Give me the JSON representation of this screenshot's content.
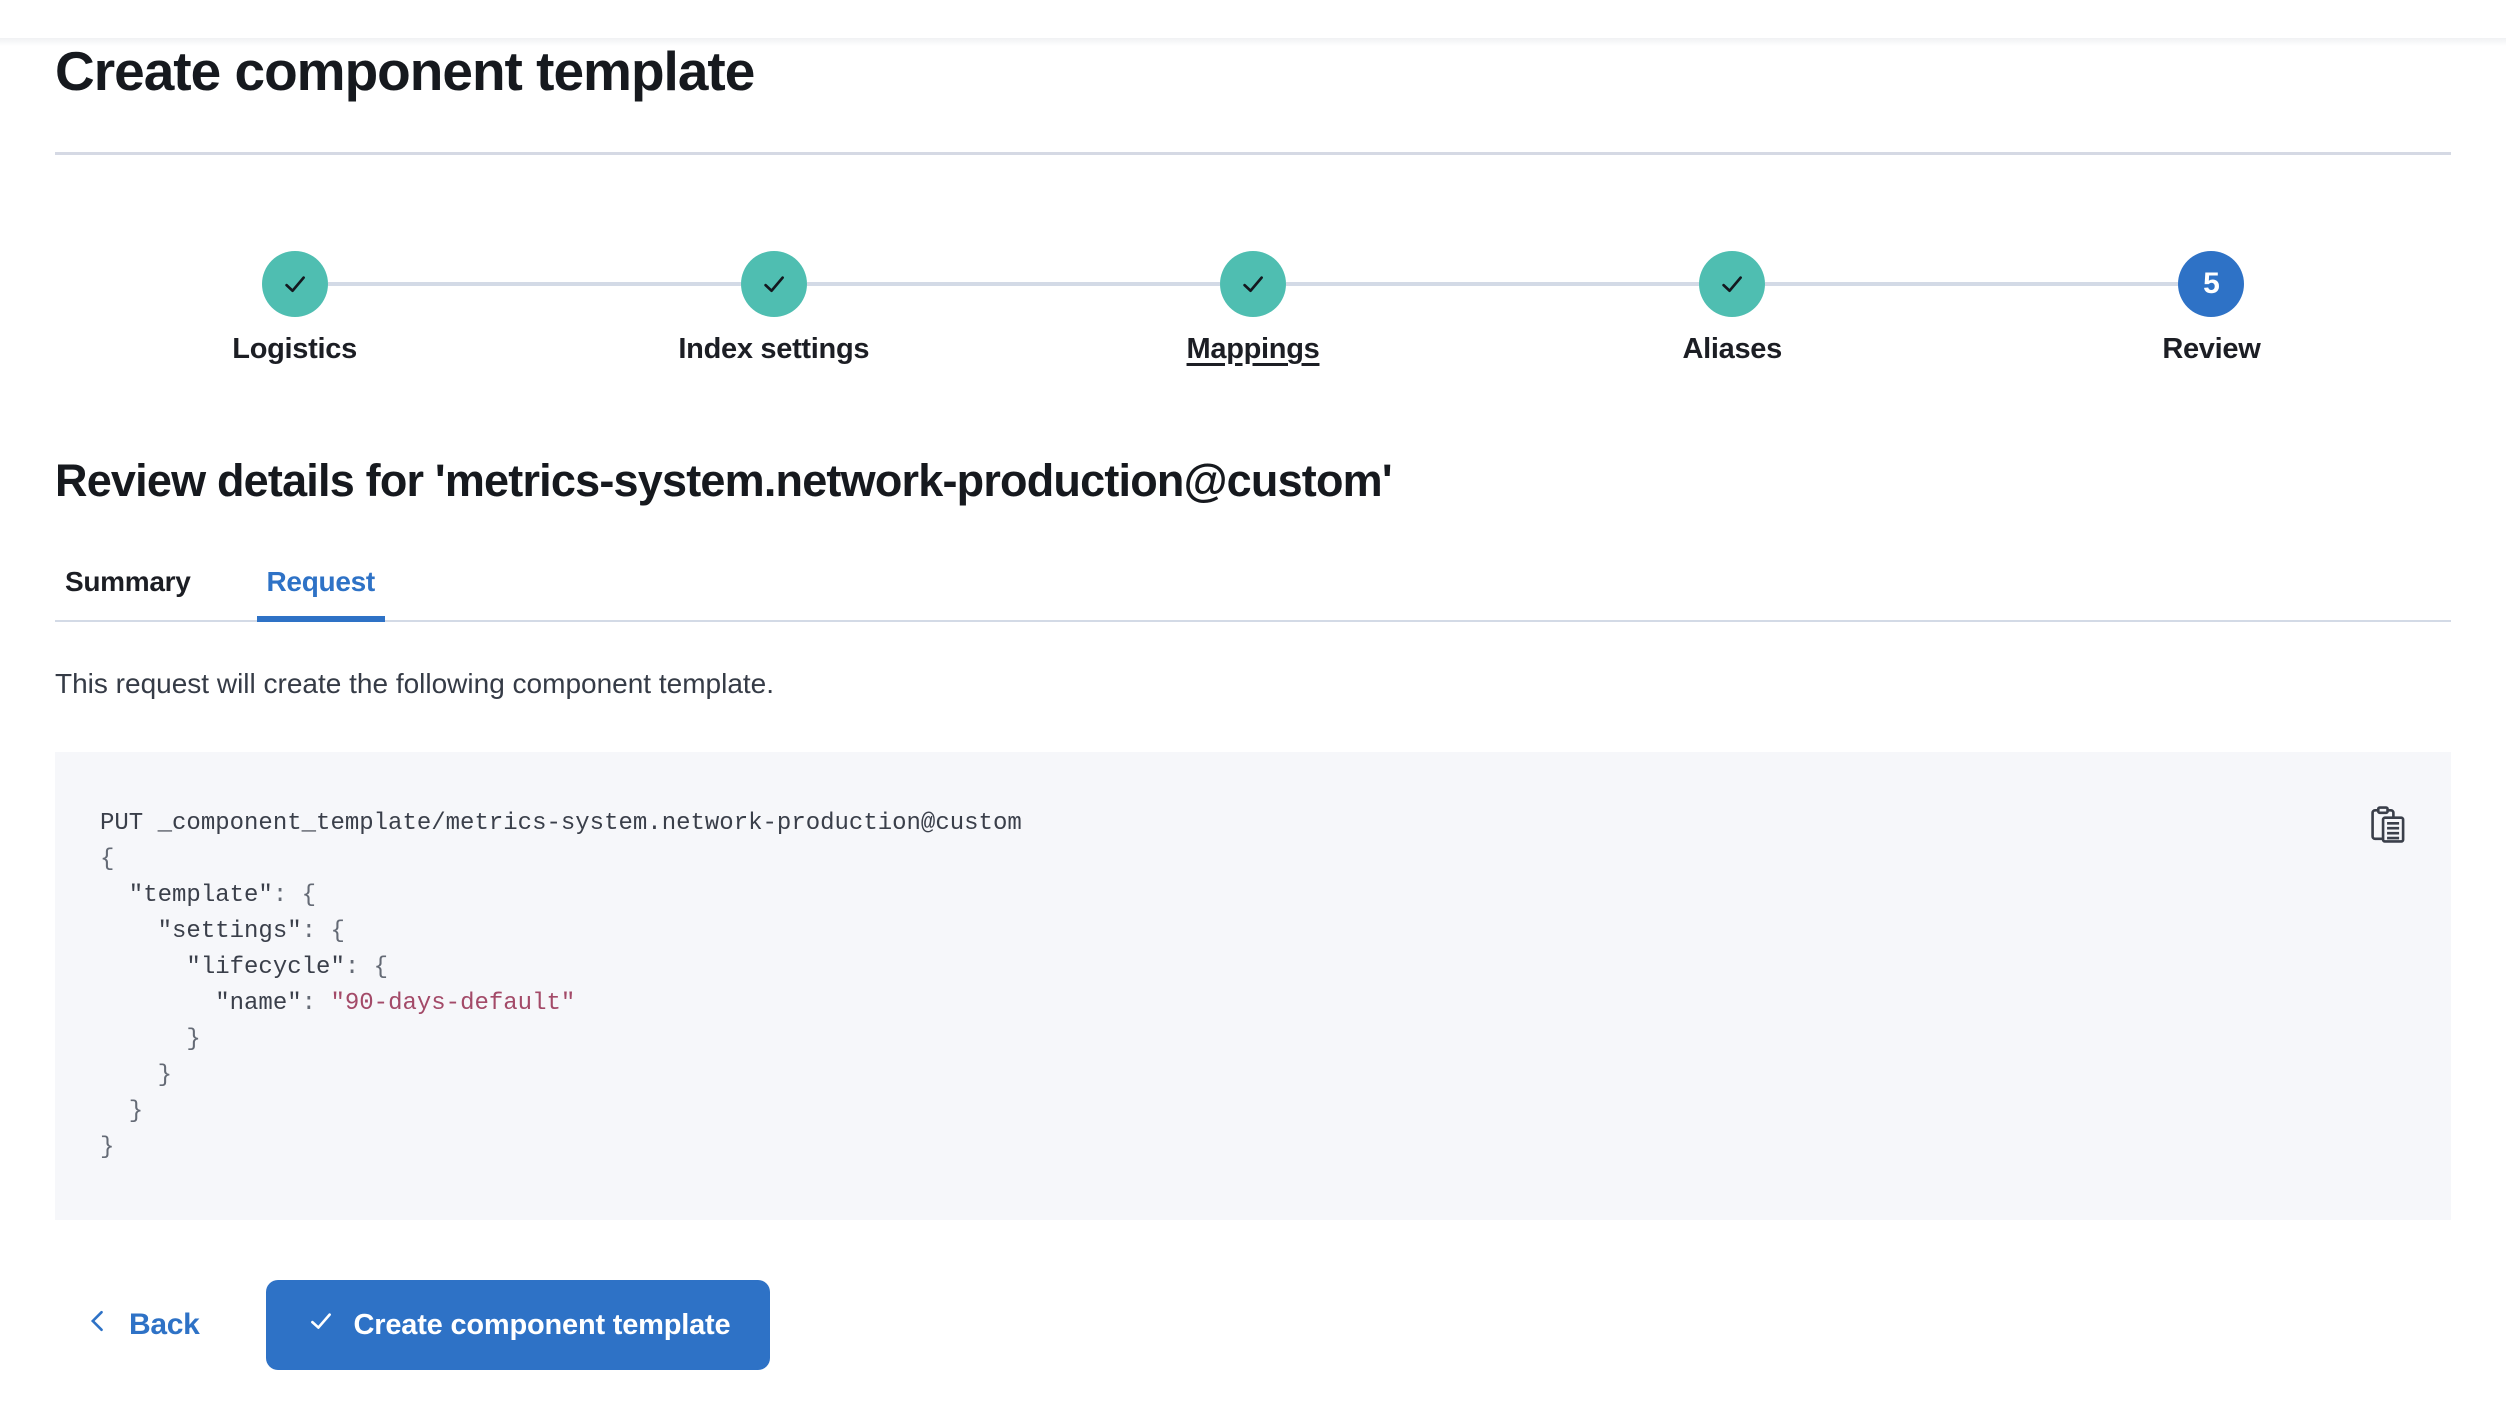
{
  "page": {
    "title": "Create component template"
  },
  "stepper": {
    "steps": [
      {
        "label": "Logistics",
        "status": "complete"
      },
      {
        "label": "Index settings",
        "status": "complete"
      },
      {
        "label": "Mappings",
        "status": "complete",
        "underlined": true
      },
      {
        "label": "Aliases",
        "status": "complete"
      },
      {
        "label": "Review",
        "status": "current",
        "number": "5"
      }
    ]
  },
  "review": {
    "heading": "Review details for 'metrics-system.network-production@custom'",
    "tabs": [
      {
        "label": "Summary",
        "active": false
      },
      {
        "label": "Request",
        "active": true
      }
    ],
    "description": "This request will create the following component template."
  },
  "code_block": {
    "lines": [
      {
        "segments": [
          {
            "text": "PUT _component_template/metrics-system.network-production@custom",
            "color": "default"
          }
        ]
      },
      {
        "segments": [
          {
            "text": "{",
            "color": "muted"
          }
        ]
      },
      {
        "segments": [
          {
            "text": "  \"template\"",
            "color": "default"
          },
          {
            "text": ": {",
            "color": "muted"
          }
        ]
      },
      {
        "segments": [
          {
            "text": "    \"settings\"",
            "color": "default"
          },
          {
            "text": ": {",
            "color": "muted"
          }
        ]
      },
      {
        "segments": [
          {
            "text": "      \"lifecycle\"",
            "color": "default"
          },
          {
            "text": ": {",
            "color": "muted"
          }
        ]
      },
      {
        "segments": [
          {
            "text": "        \"name\"",
            "color": "default"
          },
          {
            "text": ": ",
            "color": "muted"
          },
          {
            "text": "\"90-days-default\"",
            "color": "string"
          }
        ]
      },
      {
        "segments": [
          {
            "text": "      }",
            "color": "muted"
          }
        ]
      },
      {
        "segments": [
          {
            "text": "    }",
            "color": "muted"
          }
        ]
      },
      {
        "segments": [
          {
            "text": "  }",
            "color": "muted"
          }
        ]
      },
      {
        "segments": [
          {
            "text": "}",
            "color": "muted"
          }
        ]
      }
    ]
  },
  "footer": {
    "back_label": "Back",
    "create_label": "Create component template"
  },
  "icons": {
    "step_complete": "check-icon",
    "copy": "copy-clipboard-icon",
    "back": "chevron-left-icon",
    "create": "check-icon"
  },
  "colors": {
    "primary": "#2E72C6",
    "step_complete_bg": "#4FBEB1",
    "step_check": "#14181F",
    "connector": "#D3DAE6",
    "divider": "#D5D9E4",
    "heading_text": "#16191E",
    "label_text": "#1C1E24",
    "body_text": "#353B46",
    "code_bg": "#F6F7FA",
    "code_text": "#3A3F4A",
    "code_muted": "#646A75",
    "code_string": "#A34A68",
    "button_text": "#FFFFFF"
  }
}
